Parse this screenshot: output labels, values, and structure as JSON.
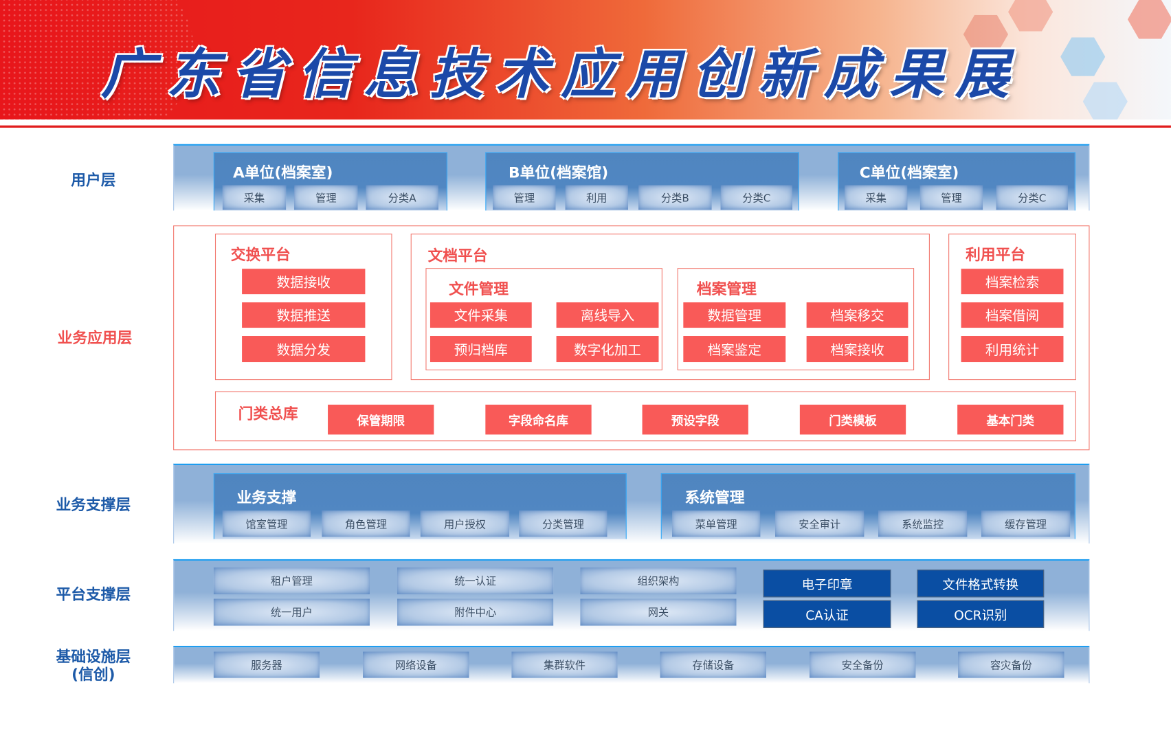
{
  "header": {
    "title": "广东省信息技术应用创新成果展"
  },
  "layers": {
    "user": "用户层",
    "app": "业务应用层",
    "support": "业务支撑层",
    "platform": "平台支撑层",
    "infra": "基础设施层",
    "infra_sub": "(信创)"
  },
  "user_layer": {
    "units": [
      {
        "title": "A单位(档案室)",
        "items": [
          "采集",
          "管理",
          "分类A"
        ]
      },
      {
        "title": "B单位(档案馆)",
        "items": [
          "管理",
          "利用",
          "分类B",
          "分类C"
        ]
      },
      {
        "title": "C单位(档案室)",
        "items": [
          "采集",
          "管理",
          "分类C"
        ]
      }
    ]
  },
  "app_layer": {
    "exchange": {
      "title": "交换平台",
      "items": [
        "数据接收",
        "数据推送",
        "数据分发"
      ]
    },
    "document": {
      "title": "文档平台",
      "file_mgmt": {
        "title": "文件管理",
        "items": [
          "文件采集",
          "离线导入",
          "预归档库",
          "数字化加工"
        ]
      },
      "archive_mgmt": {
        "title": "档案管理",
        "items": [
          "数据管理",
          "档案移交",
          "档案鉴定",
          "档案接收"
        ]
      }
    },
    "utilize": {
      "title": "利用平台",
      "items": [
        "档案检索",
        "档案借阅",
        "利用统计"
      ]
    },
    "category": {
      "title": "门类总库",
      "items": [
        "保管期限",
        "字段命名库",
        "预设字段",
        "门类模板",
        "基本门类"
      ]
    }
  },
  "support_layer": {
    "business": {
      "title": "业务支撑",
      "items": [
        "馆室管理",
        "角色管理",
        "用户授权",
        "分类管理"
      ]
    },
    "system": {
      "title": "系统管理",
      "items": [
        "菜单管理",
        "安全审计",
        "系统监控",
        "缓存管理"
      ]
    }
  },
  "platform_layer": {
    "items": [
      "租户管理",
      "统一用户",
      "统一认证",
      "附件中心",
      "组织架构",
      "网关"
    ],
    "highlight": [
      "电子印章",
      "CA认证",
      "文件格式转换",
      "OCR识别"
    ]
  },
  "infra_layer": {
    "items": [
      "服务器",
      "网络设备",
      "集群软件",
      "存储设备",
      "安全备份",
      "容灾备份"
    ]
  },
  "colors": {
    "title_blue": "#1b49a8",
    "accent_red": "#f95a58",
    "dark_blue": "#0a4ea3"
  }
}
